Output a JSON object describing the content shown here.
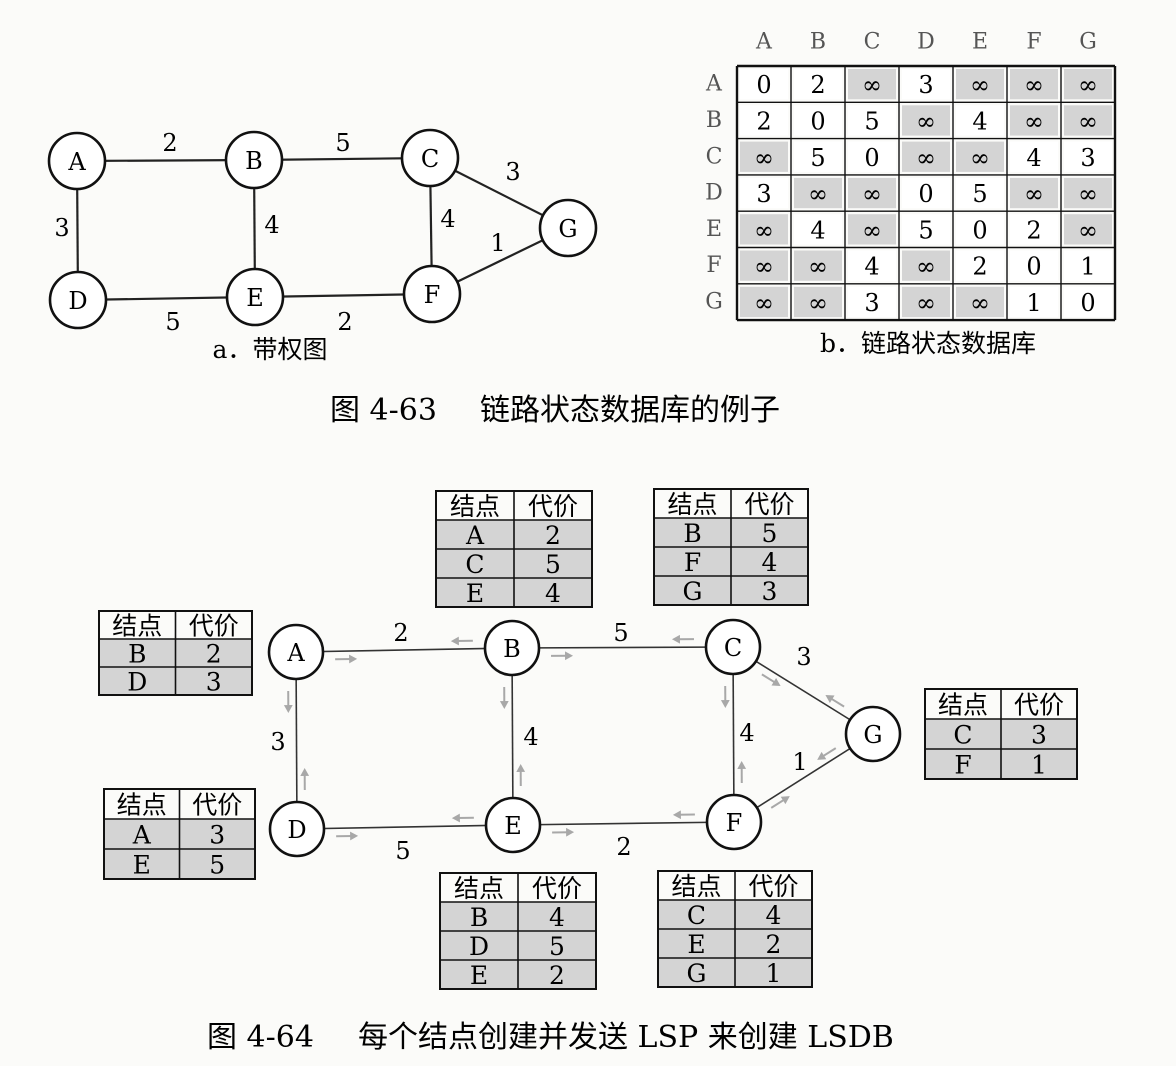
{
  "fig63": {
    "graph": {
      "nodes": [
        "A",
        "B",
        "C",
        "D",
        "E",
        "F",
        "G"
      ],
      "edges": [
        {
          "from": "A",
          "to": "B",
          "weight": "2"
        },
        {
          "from": "B",
          "to": "C",
          "weight": "5"
        },
        {
          "from": "C",
          "to": "G",
          "weight": "3"
        },
        {
          "from": "A",
          "to": "D",
          "weight": "3"
        },
        {
          "from": "B",
          "to": "E",
          "weight": "4"
        },
        {
          "from": "C",
          "to": "F",
          "weight": "4"
        },
        {
          "from": "F",
          "to": "G",
          "weight": "1"
        },
        {
          "from": "D",
          "to": "E",
          "weight": "5"
        },
        {
          "from": "E",
          "to": "F",
          "weight": "2"
        }
      ],
      "caption": "a．带权图"
    },
    "lsdb": {
      "columns": [
        "A",
        "B",
        "C",
        "D",
        "E",
        "F",
        "G"
      ],
      "rows": [
        {
          "label": "A",
          "cells": [
            "0",
            "2",
            "∞",
            "3",
            "∞",
            "∞",
            "∞"
          ]
        },
        {
          "label": "B",
          "cells": [
            "2",
            "0",
            "5",
            "∞",
            "4",
            "∞",
            "∞"
          ]
        },
        {
          "label": "C",
          "cells": [
            "∞",
            "5",
            "0",
            "∞",
            "∞",
            "4",
            "3"
          ]
        },
        {
          "label": "D",
          "cells": [
            "3",
            "∞",
            "∞",
            "0",
            "5",
            "∞",
            "∞"
          ]
        },
        {
          "label": "E",
          "cells": [
            "∞",
            "4",
            "∞",
            "5",
            "0",
            "2",
            "∞"
          ]
        },
        {
          "label": "F",
          "cells": [
            "∞",
            "∞",
            "4",
            "∞",
            "2",
            "0",
            "1"
          ]
        },
        {
          "label": "G",
          "cells": [
            "∞",
            "∞",
            "3",
            "∞",
            "∞",
            "1",
            "0"
          ]
        }
      ],
      "caption": "b．链路状态数据库"
    },
    "figure_number": "图 4-63",
    "figure_title": "链路状态数据库的例子"
  },
  "fig64": {
    "nodes": [
      "A",
      "B",
      "C",
      "D",
      "E",
      "F",
      "G"
    ],
    "edges": [
      {
        "from": "A",
        "to": "B",
        "weight": "2"
      },
      {
        "from": "B",
        "to": "C",
        "weight": "5"
      },
      {
        "from": "C",
        "to": "G",
        "weight": "3"
      },
      {
        "from": "A",
        "to": "D",
        "weight": "3"
      },
      {
        "from": "B",
        "to": "E",
        "weight": "4"
      },
      {
        "from": "C",
        "to": "F",
        "weight": "4"
      },
      {
        "from": "F",
        "to": "G",
        "weight": "1"
      },
      {
        "from": "D",
        "to": "E",
        "weight": "5"
      },
      {
        "from": "E",
        "to": "F",
        "weight": "2"
      }
    ],
    "table_headers": [
      "结点",
      "代价"
    ],
    "lsp_tables": [
      {
        "node": "A",
        "rows": [
          [
            "B",
            "2"
          ],
          [
            "D",
            "3"
          ]
        ]
      },
      {
        "node": "B",
        "rows": [
          [
            "A",
            "2"
          ],
          [
            "C",
            "5"
          ],
          [
            "E",
            "4"
          ]
        ]
      },
      {
        "node": "C",
        "rows": [
          [
            "B",
            "5"
          ],
          [
            "F",
            "4"
          ],
          [
            "G",
            "3"
          ]
        ]
      },
      {
        "node": "D",
        "rows": [
          [
            "A",
            "3"
          ],
          [
            "E",
            "5"
          ]
        ]
      },
      {
        "node": "E",
        "rows": [
          [
            "B",
            "4"
          ],
          [
            "D",
            "5"
          ],
          [
            "E",
            "2"
          ]
        ]
      },
      {
        "node": "F",
        "rows": [
          [
            "C",
            "4"
          ],
          [
            "E",
            "2"
          ],
          [
            "G",
            "1"
          ]
        ]
      },
      {
        "node": "G",
        "rows": [
          [
            "C",
            "3"
          ],
          [
            "F",
            "1"
          ]
        ]
      }
    ],
    "figure_number": "图 4-64",
    "figure_title": "每个结点创建并发送 LSP 来创建 LSDB"
  },
  "colors": {
    "cell_shade": "#d4d4d4",
    "arrow_gray": "#a8a8a8",
    "ink": "#111111"
  }
}
